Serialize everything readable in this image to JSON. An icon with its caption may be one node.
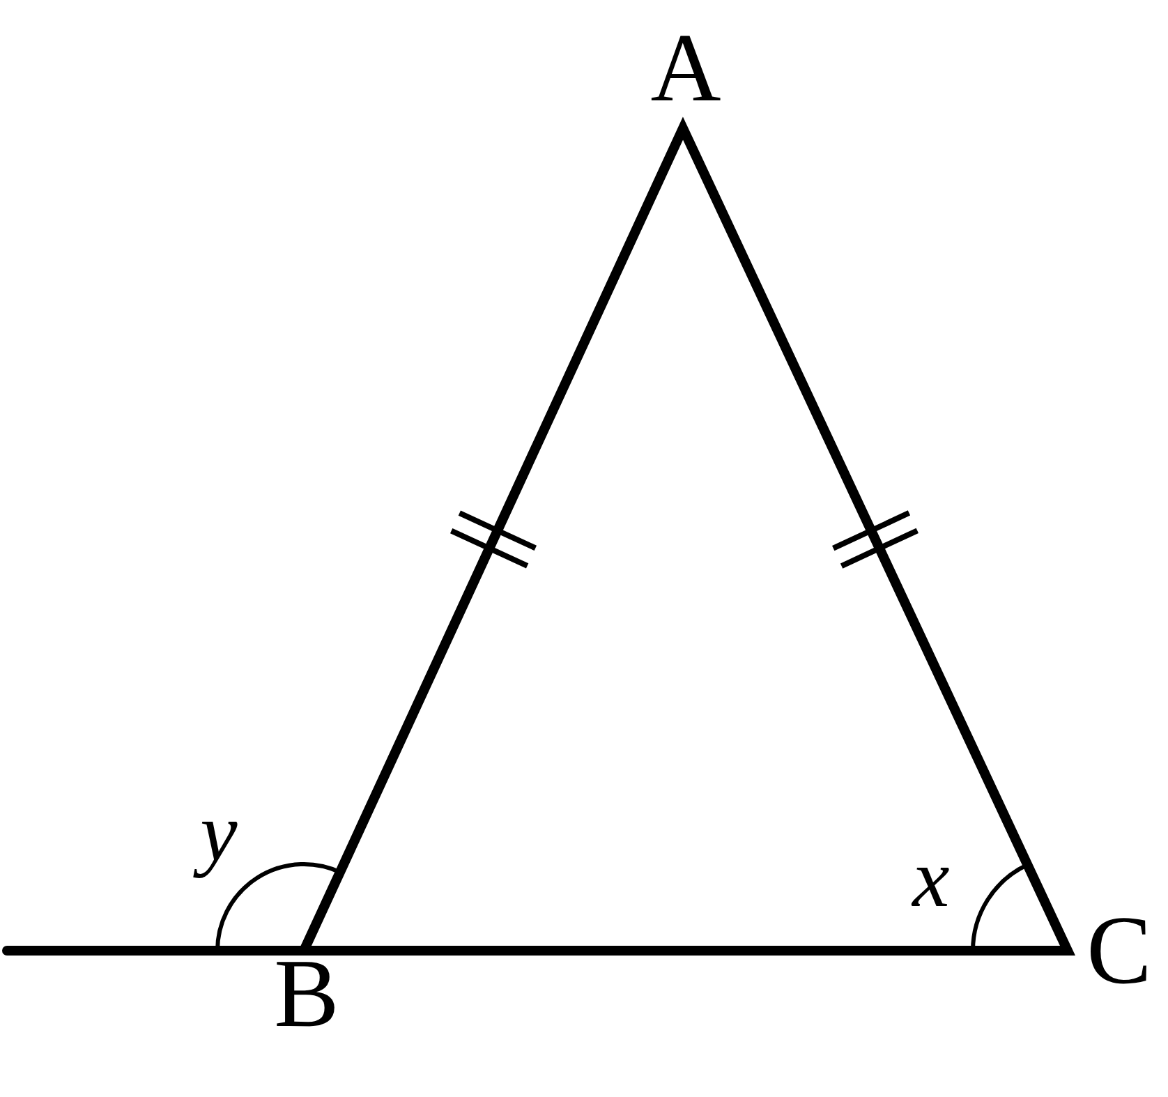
{
  "diagram": {
    "labels": [
      "A",
      "y",
      "x",
      "C",
      "B"
    ]
  }
}
